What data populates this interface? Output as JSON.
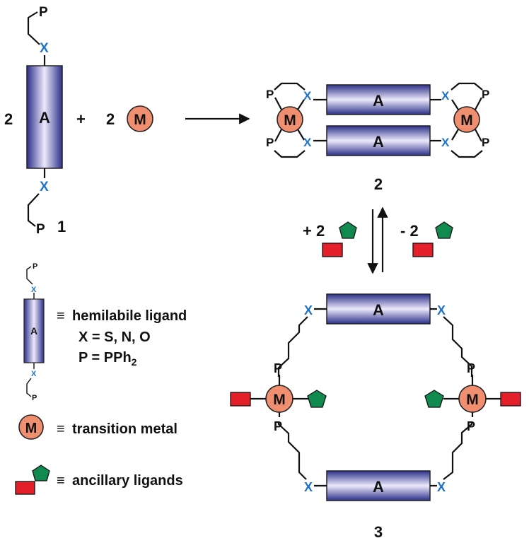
{
  "colors": {
    "bar_dark": "#2b2f8a",
    "bar_light": "#ece9fb",
    "metal_fill": "#f08f6f",
    "x_blue": "#1f73c8",
    "pentagon_green": "#108a4e",
    "square_red": "#e3202a"
  },
  "labels": {
    "A": "A",
    "M": "M",
    "X": "X",
    "P": "P",
    "coef_2": "2",
    "plus": "+",
    "compound_1": "1",
    "compound_2": "2",
    "compound_3": "3",
    "forward_reagent": "+ 2",
    "reverse_reagent": "- 2"
  },
  "legend": {
    "equiv": "≡",
    "hemilabile": "hemilabile ligand",
    "x_def": "X = S, N, O",
    "p_def_prefix": "P = PPh",
    "p_def_sub": "2",
    "transition_metal": "transition metal",
    "ancillary": "ancillary ligands"
  },
  "icons": {
    "pentagon": "pentagon-icon",
    "square": "square-icon",
    "arrow": "reaction-arrow",
    "equilibrium": "equilibrium-arrows"
  }
}
